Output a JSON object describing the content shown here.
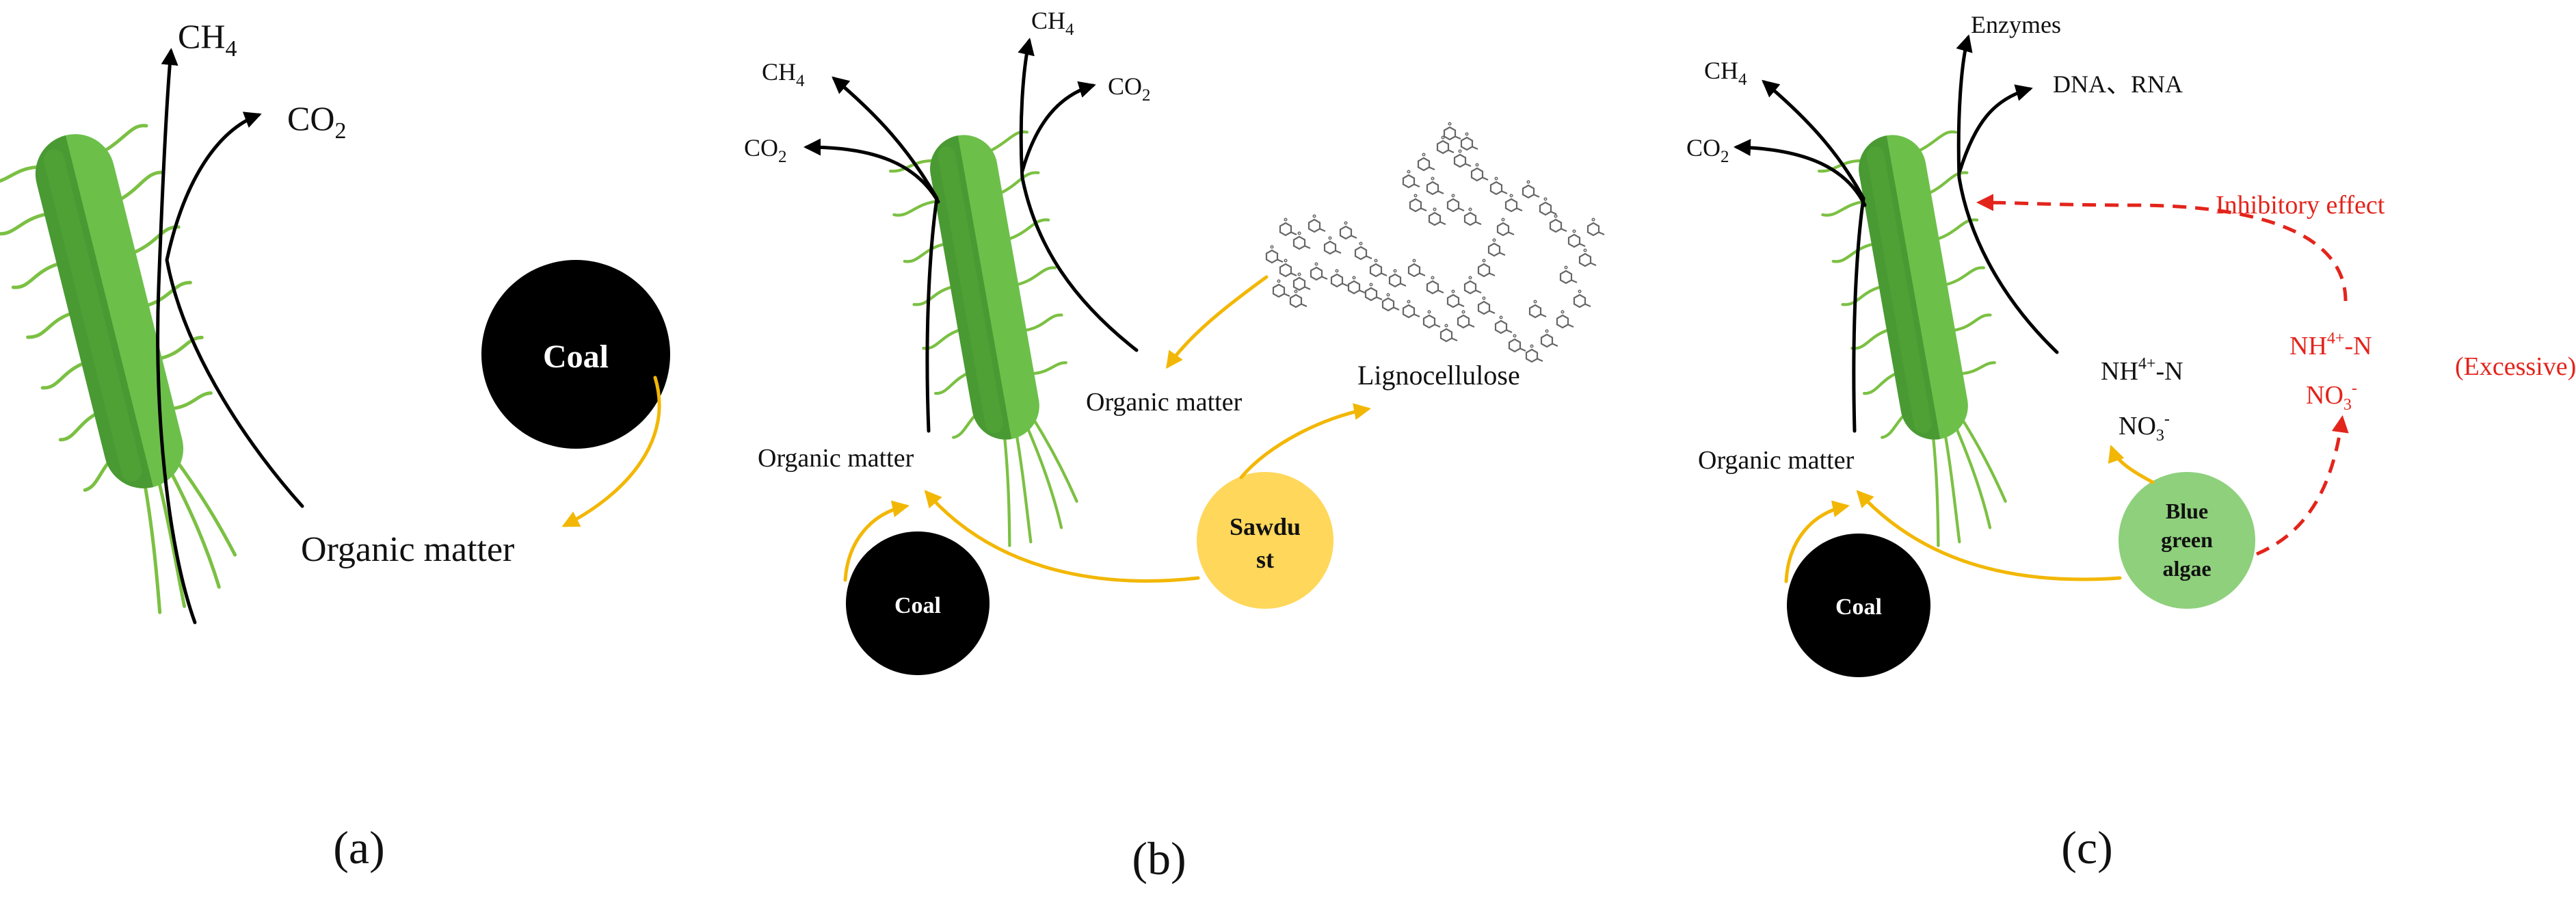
{
  "colors": {
    "bacterium_light": "#6cc04a",
    "bacterium_dark": "#4a9a33",
    "coal": "#000000",
    "sawdust": "#ffd75a",
    "algae": "#8ed07c",
    "nutrient_arrow": "#f2b705",
    "inhibition": "#e3241b"
  },
  "icons": {
    "bacterium": "bacterium-icon",
    "lignocellulose": "lignocellulose-molecule-icon"
  },
  "panels": {
    "a": {
      "caption": "(a)",
      "product_ch4": {
        "base": "CH",
        "sub": "4"
      },
      "product_co2": {
        "base": "CO",
        "sub": "2"
      },
      "coal": "Coal",
      "organic_matter": "Organic matter"
    },
    "b": {
      "caption": "(b)",
      "product_ch4": {
        "base": "CH",
        "sub": "4"
      },
      "product_co2": {
        "base": "CO",
        "sub": "2"
      },
      "product_ch4_left": {
        "base": "CH",
        "sub": "4"
      },
      "product_co2_left": {
        "base": "CO",
        "sub": "2"
      },
      "organic_matter_right": "Organic matter",
      "organic_matter_left": "Organic matter",
      "lignocellulose": "Lignocellulose",
      "sawdust_line1": "Sawdu",
      "sawdust_line2": "st",
      "coal": "Coal"
    },
    "c": {
      "caption": "(c)",
      "enzymes": "Enzymes",
      "dna_rna": "DNA、RNA",
      "product_ch4": {
        "base": "CH",
        "sub": "4"
      },
      "product_co2": {
        "base": "CO",
        "sub": "2"
      },
      "inhibitory_effect": "Inhibitory effect",
      "nh4": {
        "base": "NH",
        "sup": "4+",
        "tail": "-N"
      },
      "no3": {
        "base": "NO",
        "sub": "3",
        "sup": "-"
      },
      "nh4_excess": {
        "base": "NH",
        "sup": "4+",
        "tail": "-N"
      },
      "no3_excess": {
        "base": "NO",
        "sub": "3",
        "sup": "-"
      },
      "excessive": "(Excessive)",
      "organic_matter": "Organic matter",
      "algae_line1": "Blue",
      "algae_line2": "green",
      "algae_line3": "algae",
      "coal": "Coal"
    }
  }
}
